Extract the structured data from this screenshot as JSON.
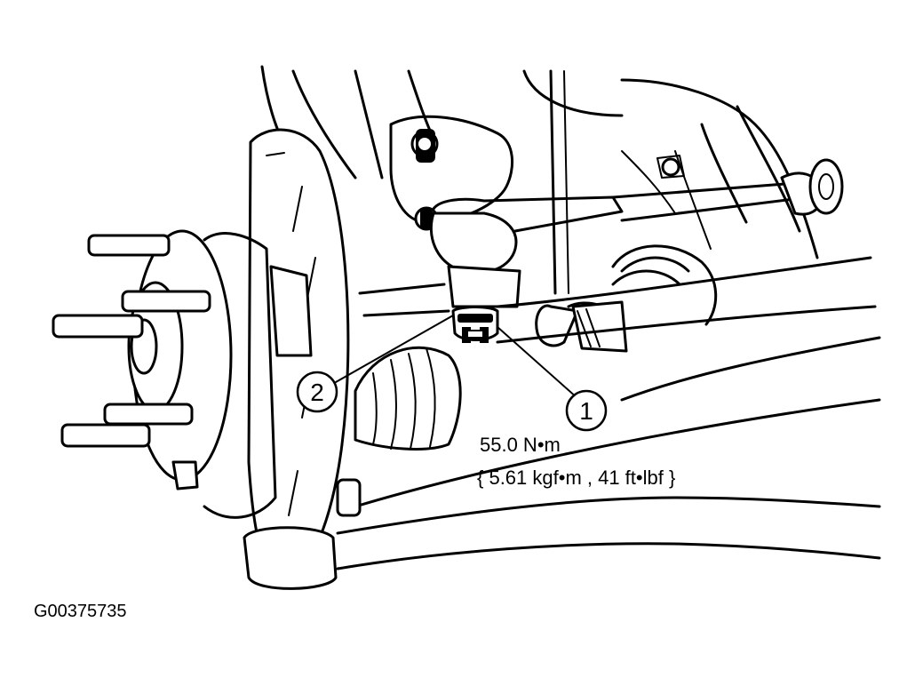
{
  "callouts": [
    {
      "number": "1"
    },
    {
      "number": "2"
    }
  ],
  "torque": {
    "value": "55.0 N•m",
    "conversion": "{ 5.61 kgf•m , 41 ft•lbf }"
  },
  "figure_code": "G00375735"
}
